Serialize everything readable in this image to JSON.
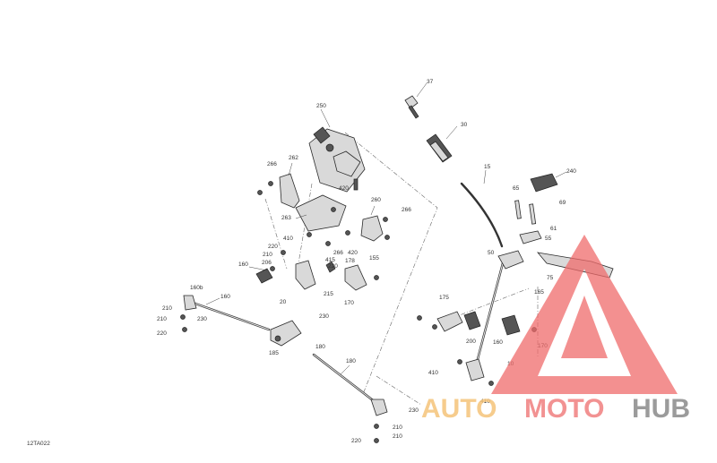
{
  "diagram": {
    "reference_code": "12TA022",
    "part_labels": [
      "37",
      "30",
      "250",
      "15",
      "240",
      "262",
      "266",
      "420",
      "65",
      "69",
      "260",
      "266",
      "61",
      "263",
      "410",
      "420",
      "50",
      "55",
      "266",
      "220",
      "210",
      "178",
      "155",
      "415",
      "160",
      "206",
      "215",
      "220",
      "75",
      "165",
      "20",
      "170",
      "160b",
      "160",
      "175",
      "210",
      "230",
      "230",
      "200",
      "160",
      "180",
      "170",
      "210",
      "220",
      "185",
      "410",
      "180",
      "10",
      "230",
      "410",
      "210",
      "220",
      "210"
    ]
  },
  "watermark": {
    "part1": "AUTO",
    "part2": "MOTO",
    "part3": "HUB",
    "colors": {
      "auto": "#f5c47a",
      "moto": "#f08080",
      "hub": "#8a8a8a",
      "triangle": "#ef6b6b"
    }
  }
}
